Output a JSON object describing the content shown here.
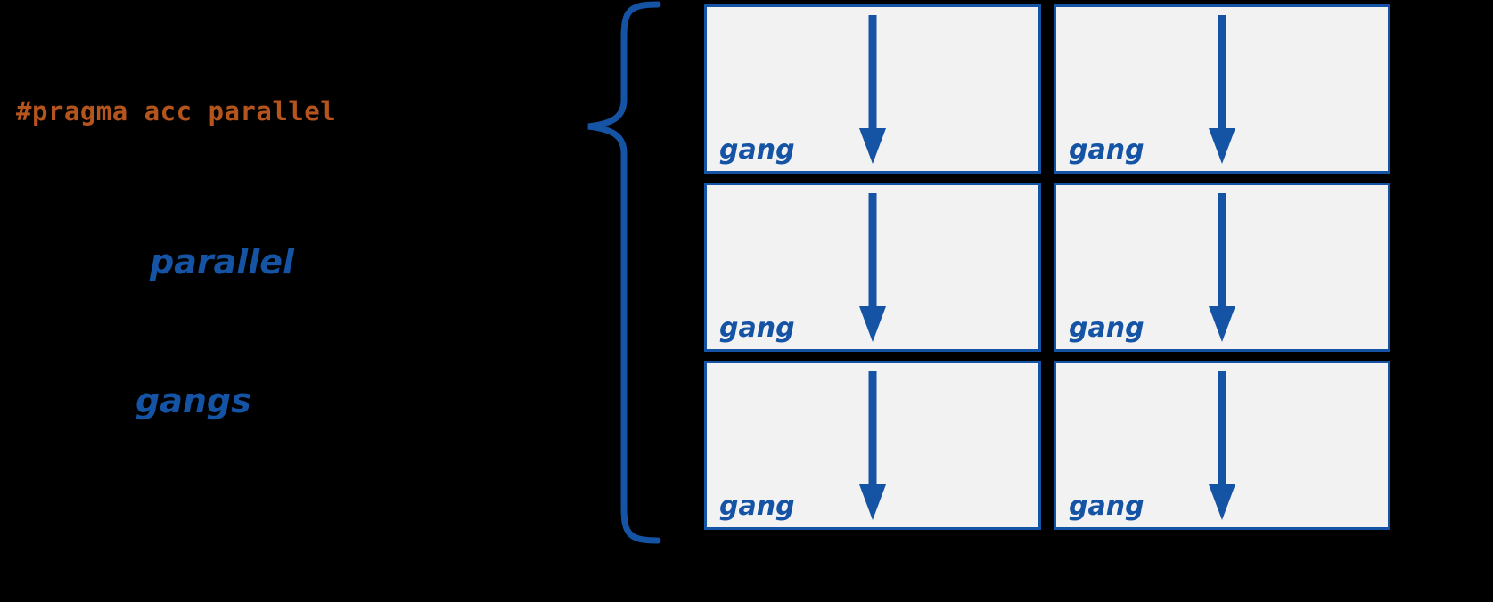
{
  "pragma": {
    "text": "#pragma acc parallel"
  },
  "labels": {
    "parallel": "parallel",
    "gangs": "gangs"
  },
  "grid": {
    "rows": 3,
    "cols": 2,
    "box_count": 6,
    "gang_label": "gang"
  },
  "colors": {
    "background": "#000000",
    "pragma-orange": "#b5541c",
    "accent-blue": "#1553a5",
    "box-fill": "#f2f2f2"
  }
}
